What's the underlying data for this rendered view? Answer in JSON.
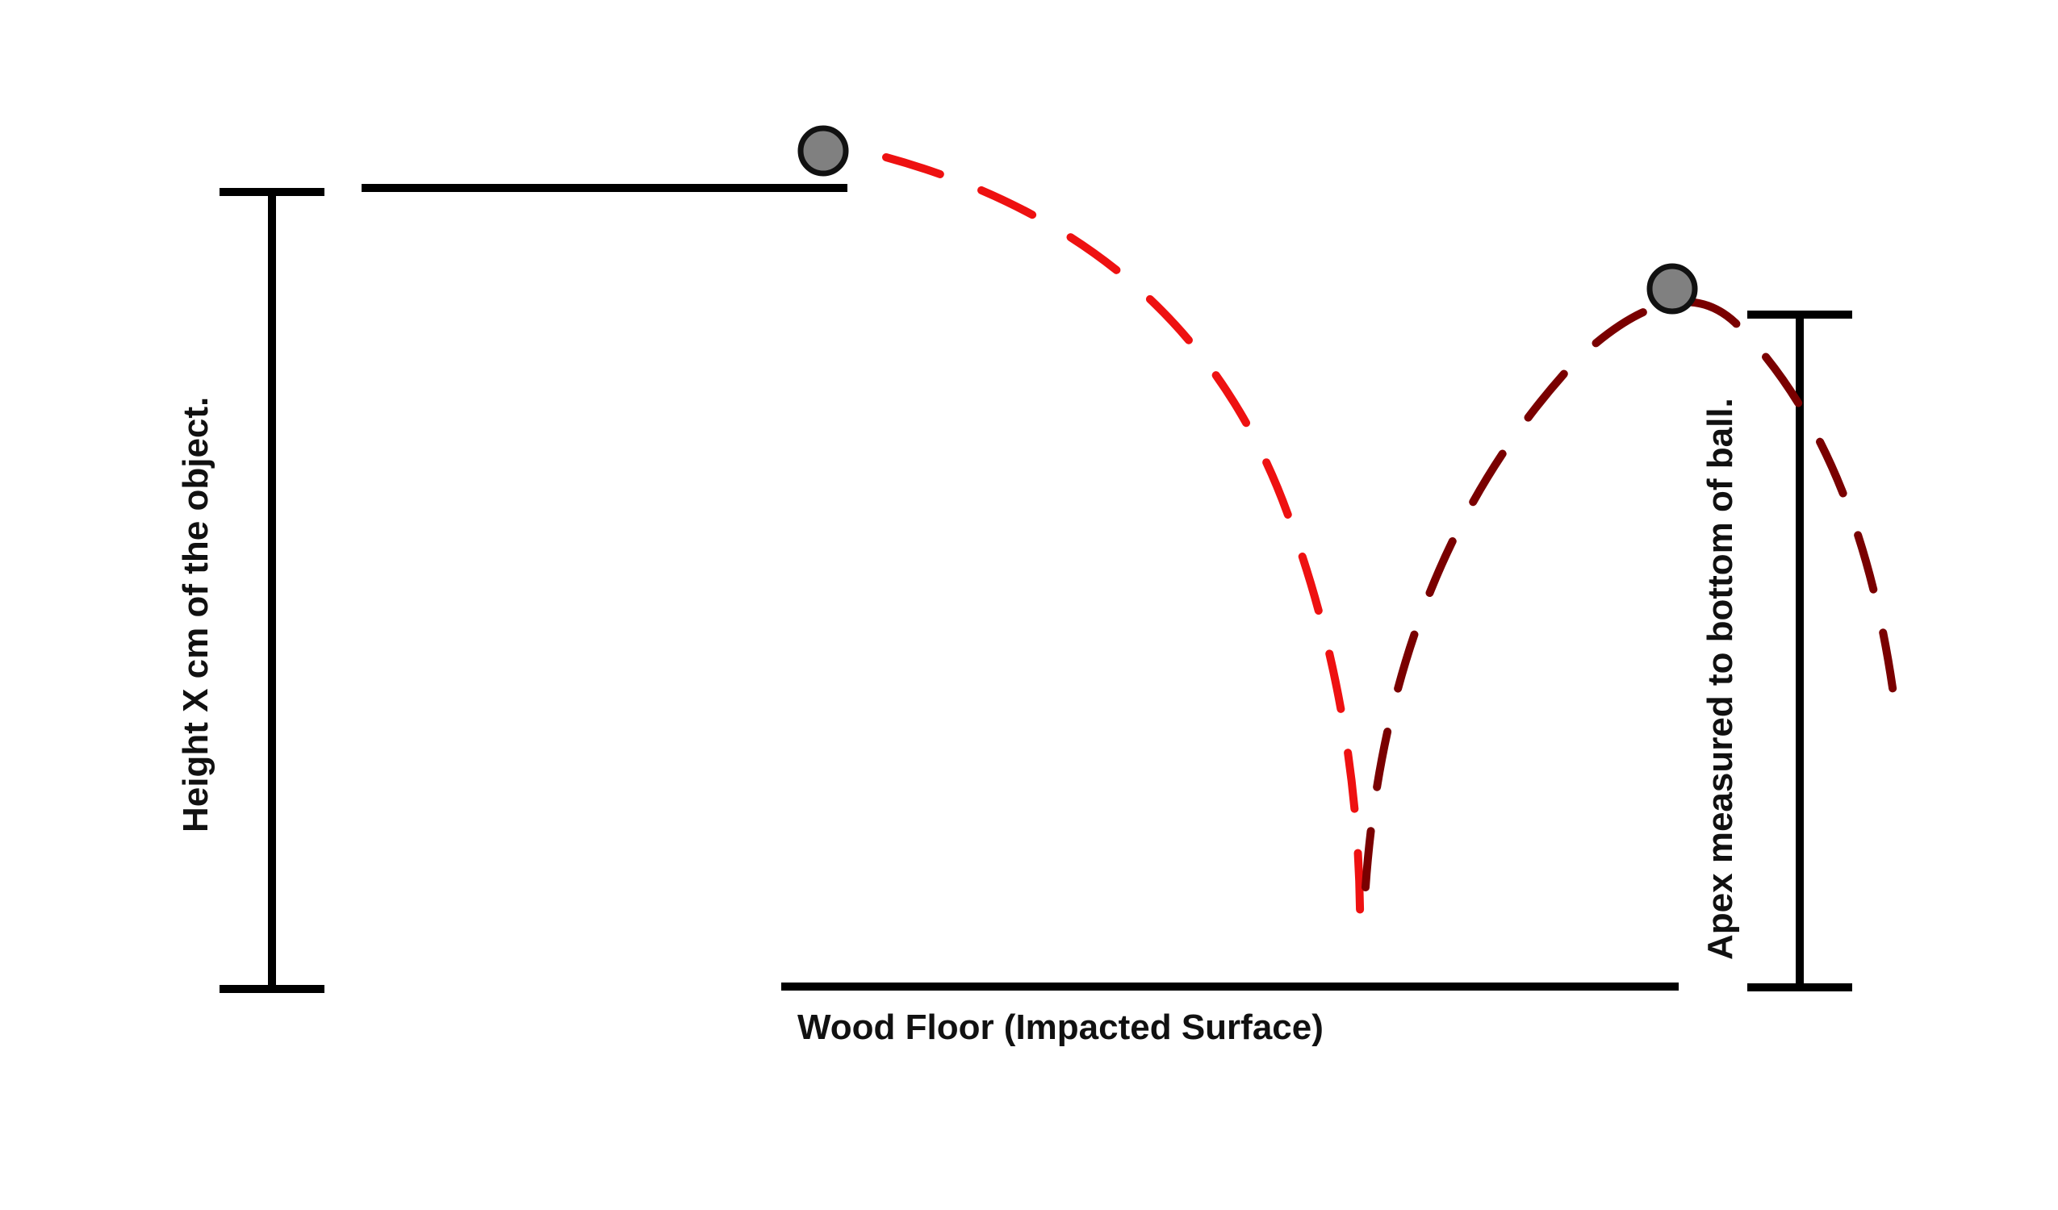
{
  "labels": {
    "height": "Height X cm of the object.",
    "apex": "Apex measured to bottom of ball.",
    "floor": "Wood Floor (Impacted Surface)"
  },
  "colors": {
    "line": "#000000",
    "drop_trajectory": "#ee1111",
    "bounce_trajectory": "#7a0000",
    "ball_fill": "#808080",
    "ball_stroke": "#111111"
  },
  "icons": {
    "ball": "gray-ball-icon"
  }
}
